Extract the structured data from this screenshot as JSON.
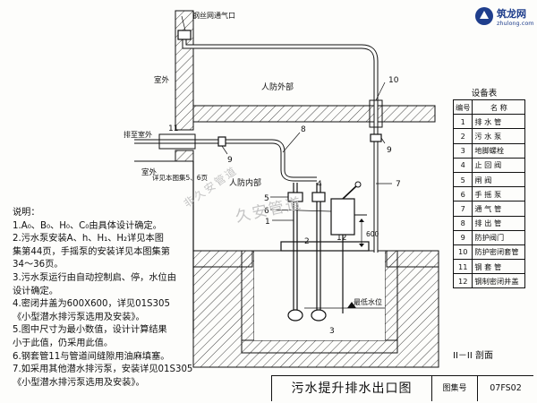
{
  "labels": {
    "vent_cap": "钢丝网通气口",
    "outdoor_a": "室外",
    "discharge_outdoor": "排至室外",
    "outdoor_b": "室外",
    "see_ref": "详见本图集5、6页",
    "outside_zone": "人防外部",
    "inside_zone": "人防内部",
    "low_water": "最低水位",
    "dim_600": "600",
    "section": "II－II 剖面"
  },
  "callouts": [
    "10",
    "8",
    "9",
    "5",
    "6",
    "1",
    "9",
    "7",
    "2",
    "4",
    "3",
    "11",
    "12"
  ],
  "notes": {
    "heading": "说明：",
    "lines": [
      "1.A₀、B₀、H₀、C₀由具体设计确定。",
      "2.污水泵安装A、h、H₁、H₂详见本图",
      "集第44页，手摇泵的安装详见本图集第",
      "34～36页。",
      "3.污水泵运行由自动控制启、停，水位由",
      "设计确定。",
      "4.密闭井盖为600X600，详见01S305",
      "《小型潜水排污泵选用及安装》。",
      "5.图中尺寸为最小数值，设计计算结果",
      "小于此值，仍采用此值。",
      "6.钢套管11与管道间缝隙用油麻填塞。",
      "7.如采用其他潜水排污泵，安装详见01S305",
      "《小型潜水排污泵选用及安装》。"
    ]
  },
  "equipment_table": {
    "title": "设备表",
    "header": [
      "编号",
      "名  称"
    ],
    "rows": [
      [
        "1",
        "排 水 管"
      ],
      [
        "2",
        "污 水 泵"
      ],
      [
        "3",
        "地脚螺栓"
      ],
      [
        "4",
        "止 回 阀"
      ],
      [
        "5",
        "闸    阀"
      ],
      [
        "6",
        "手 摇 泵"
      ],
      [
        "7",
        "通 气 管"
      ],
      [
        "8",
        "排 出 管"
      ],
      [
        "9",
        "防护阀门"
      ],
      [
        "10",
        "防护密闭套管"
      ],
      [
        "11",
        "钢 套 管"
      ],
      [
        "12",
        "钢制密闭井盖"
      ]
    ]
  },
  "title_block": {
    "title": "污水提升排水出口图",
    "atlas_label": "图集号",
    "atlas_no": "07FS02"
  },
  "logo": {
    "name": "筑龙网",
    "site": "zhulong.com"
  },
  "watermark": {
    "line1": "久安管道",
    "line2": "非久安管道"
  },
  "colors": {
    "ink": "#111111",
    "hatch": "#333333",
    "logo": "#1f3e8c",
    "watermark": "#c4c4c4"
  }
}
